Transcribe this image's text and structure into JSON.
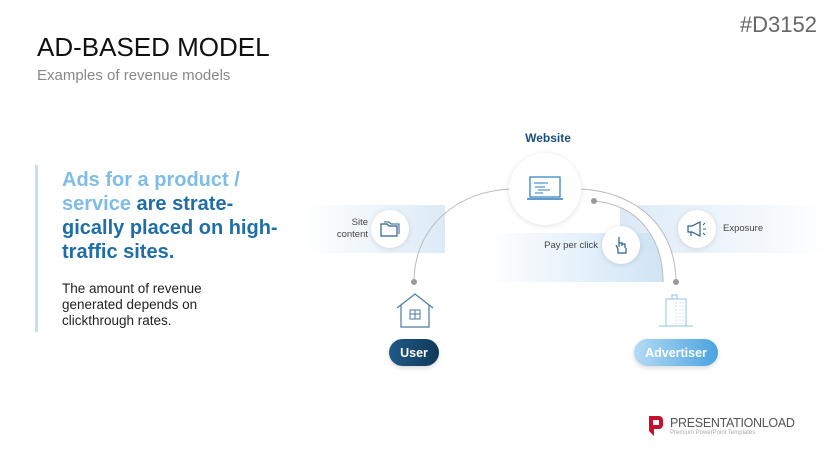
{
  "slide_code": "#D3152",
  "title": "AD-BASED MODEL",
  "subtitle": "Examples of revenue models",
  "headline": {
    "part1": "Ads for a product / service",
    "part2": " are strate-gically placed on high-traffic sites."
  },
  "body": "The amount of revenue generated depends on clickthrough rates.",
  "diagram": {
    "website": "Website",
    "site_content": "Site content",
    "pay_per_click": "Pay per click",
    "exposure": "Exposure",
    "user": "User",
    "advertiser": "Advertiser"
  },
  "logo": {
    "name": "PRESENTATIONLOAD",
    "tagline": "Premium PowerPoint Templates"
  },
  "colors": {
    "dark_blue": "#1a4f7a",
    "accent": "#1f6ea8",
    "light_blue": "#7fbde8",
    "logo_red": "#c8102e"
  }
}
